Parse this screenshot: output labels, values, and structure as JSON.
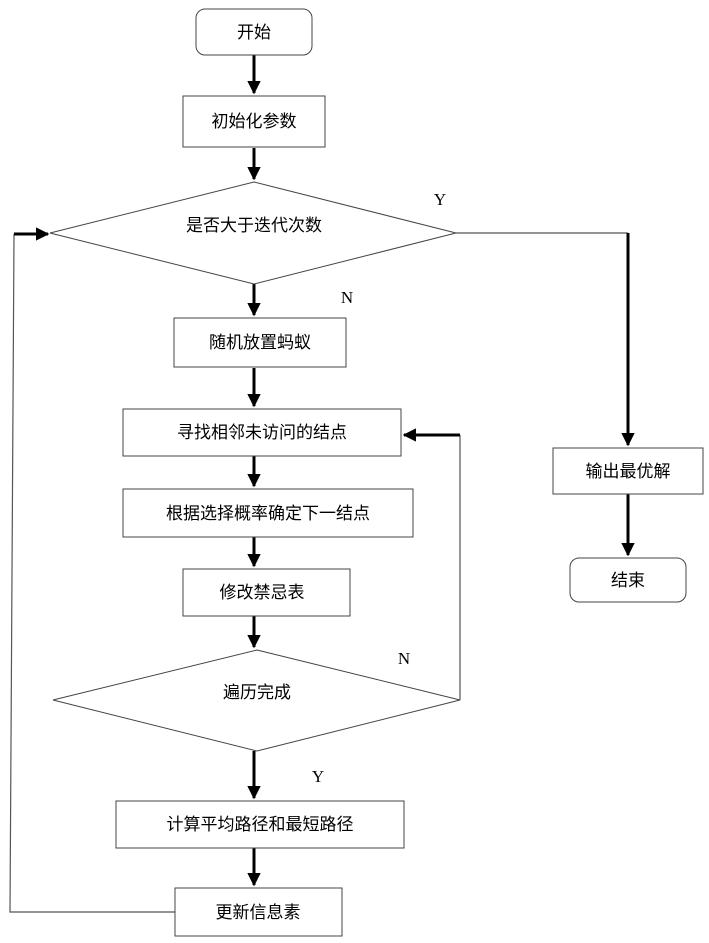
{
  "nodes": {
    "start": "开始",
    "init_params": "初始化参数",
    "check_iterations": "是否大于迭代次数",
    "place_ants": "随机放置蚂蚁",
    "find_neighbor": "寻找相邻未访问的结点",
    "choose_next": "根据选择概率确定下一结点",
    "update_tabu": "修改禁忌表",
    "traversal_done": "遍历完成",
    "compute_paths": "计算平均路径和最短路径",
    "update_pheromone": "更新信息素",
    "output_best": "输出最优解",
    "end": "结束"
  },
  "edge_labels": {
    "iterations_yes": "Y",
    "iterations_no": "N",
    "traversal_no": "N",
    "traversal_yes": "Y"
  }
}
